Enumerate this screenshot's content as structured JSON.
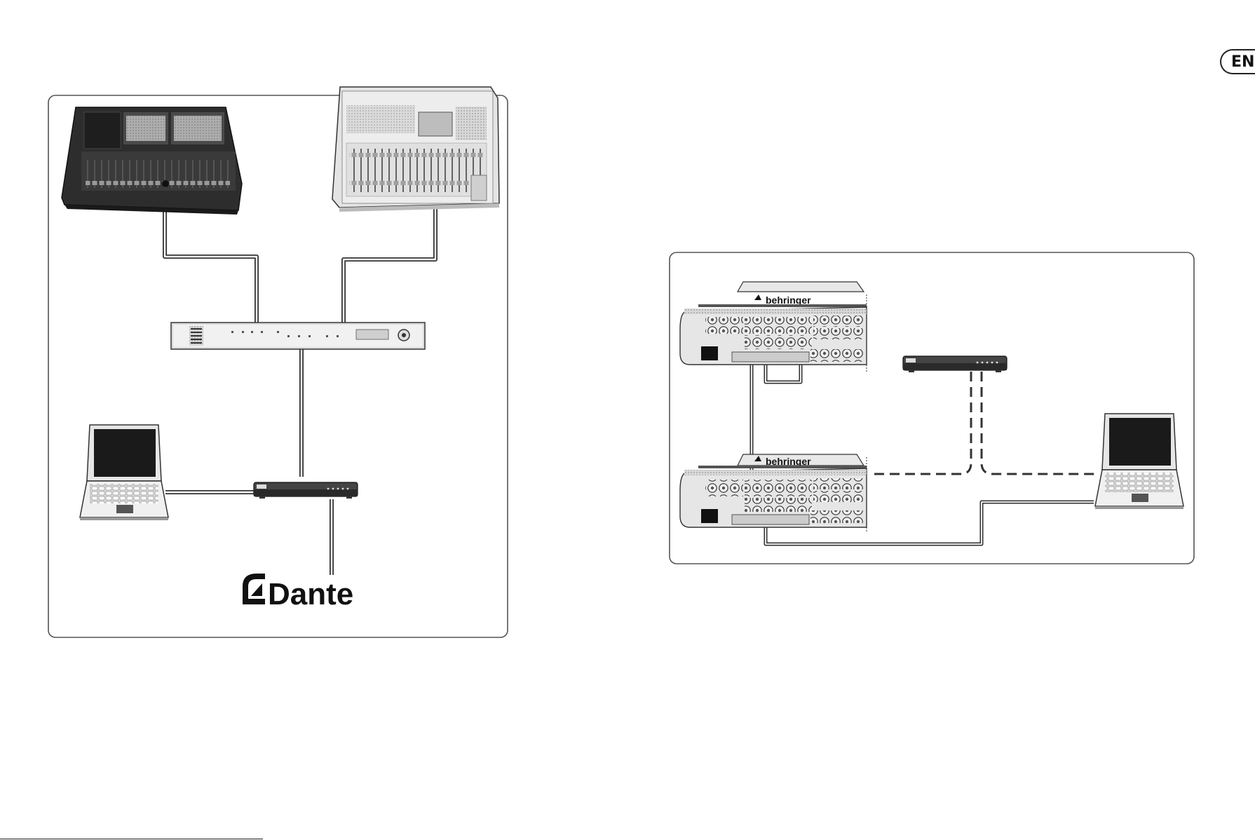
{
  "page": {
    "language_badge": "EN"
  },
  "devices": {
    "brand_label": "behringer",
    "brand_label_2": "behringer",
    "dante_logo_text": "Dante"
  },
  "colors": {
    "ink": "#222222",
    "cable": "#333333",
    "console_dark": "#3a3a3a",
    "console_light": "#e6e6e6",
    "panel_border": "#555555"
  }
}
